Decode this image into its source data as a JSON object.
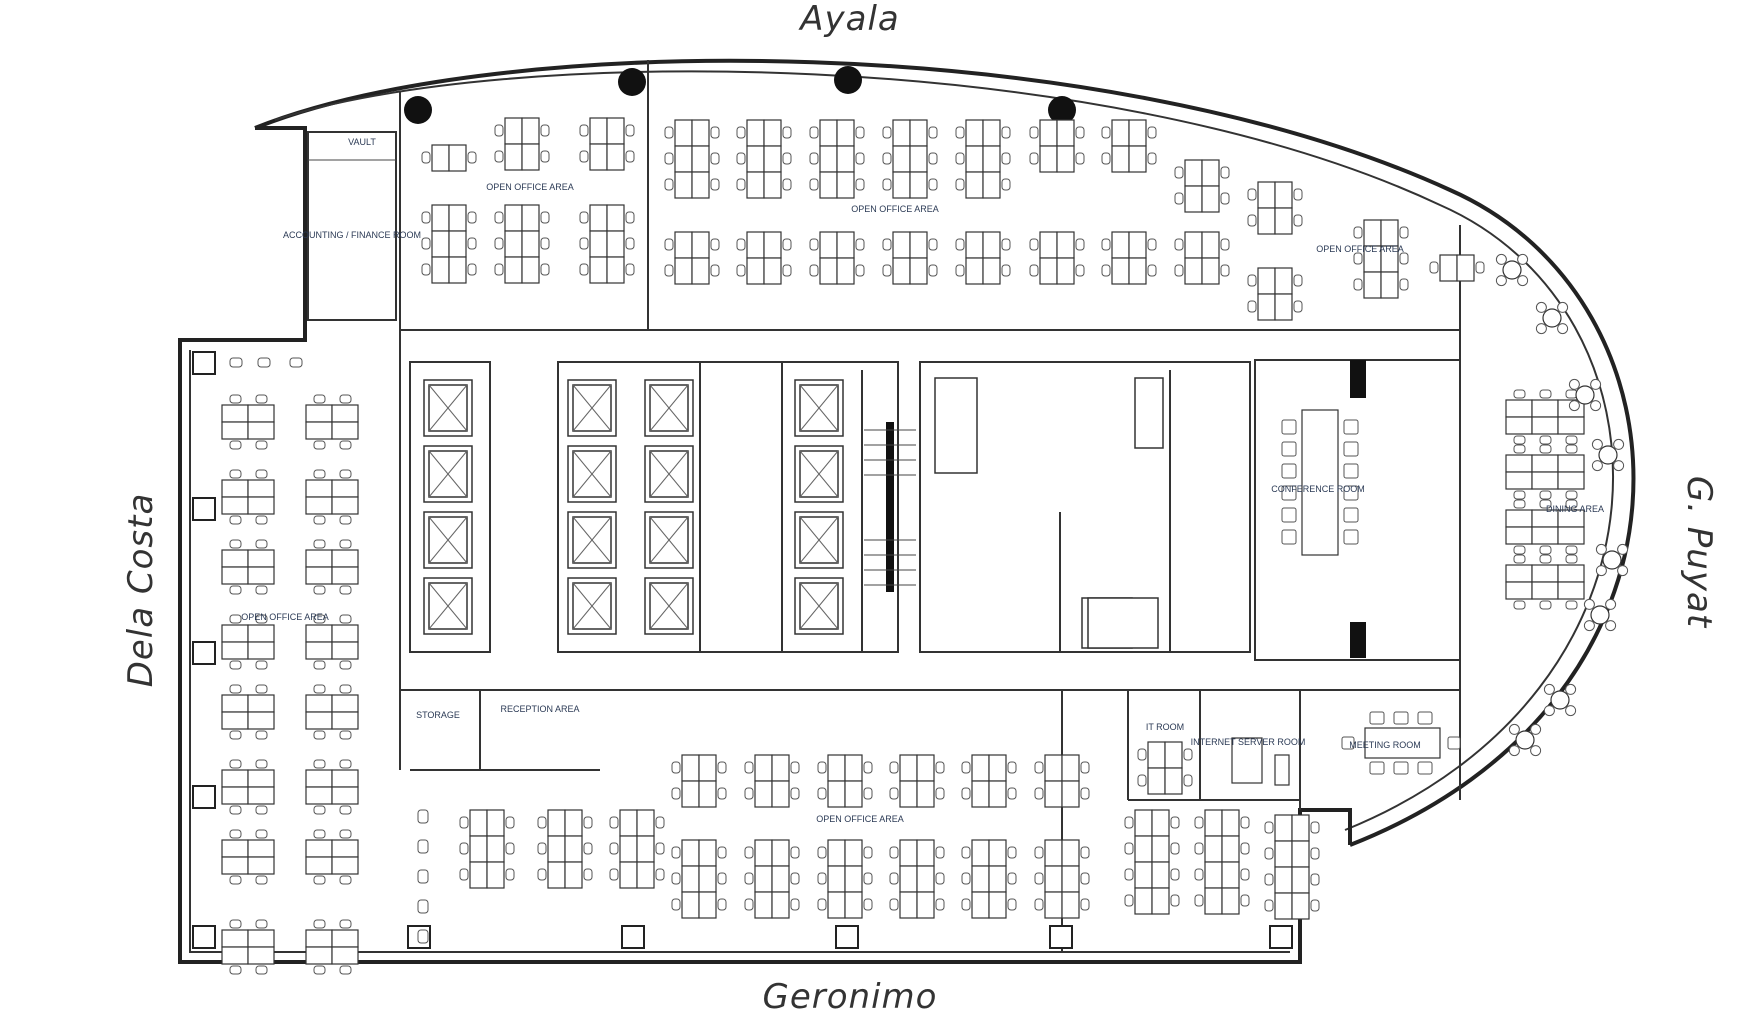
{
  "streets": {
    "north": "Ayala",
    "west": "Dela Costa",
    "south": "Geronimo",
    "east": "G. Puyat"
  },
  "rooms": {
    "open_office_nw": "OPEN OFFICE AREA",
    "open_office_n": "OPEN OFFICE AREA",
    "open_office_ne": "OPEN OFFICE AREA",
    "open_office_w": "OPEN OFFICE AREA",
    "open_office_s": "OPEN OFFICE AREA",
    "vault": "VAULT",
    "accounting": "ACCOUNTING / FINANCE ROOM",
    "storage": "STORAGE",
    "reception": "RECEPTION AREA",
    "it_room": "IT ROOM",
    "server": "INTERNET SERVER ROOM",
    "conference": "CONFERENCE ROOM",
    "dining": "DINING AREA",
    "meeting": "MEETING ROOM"
  }
}
